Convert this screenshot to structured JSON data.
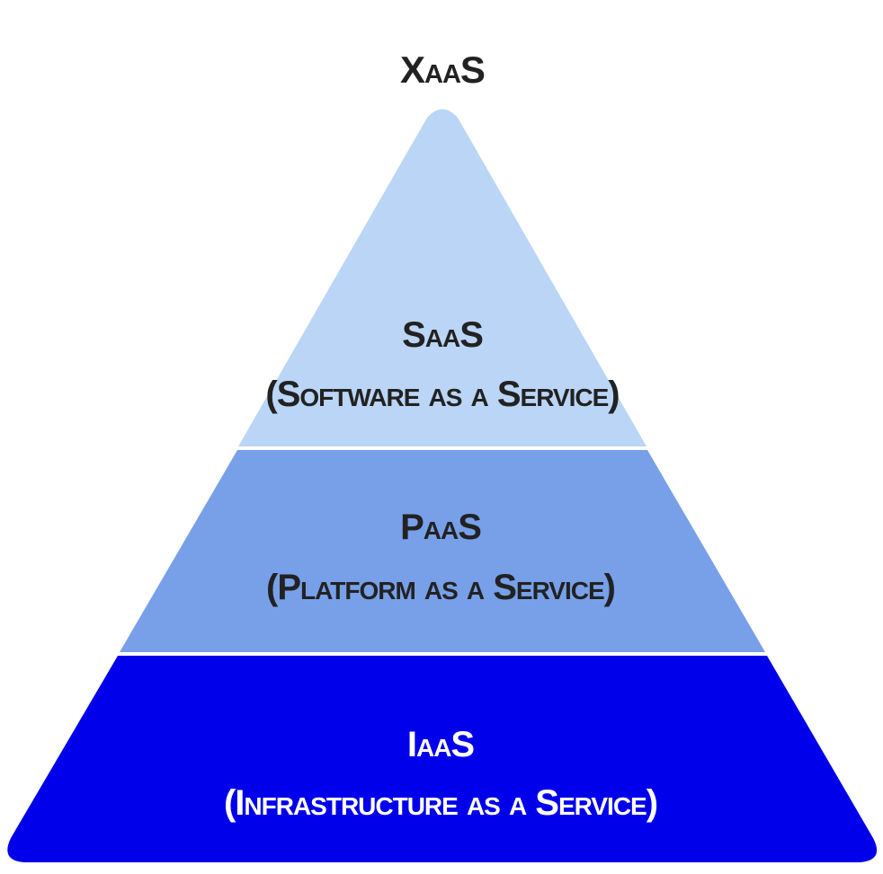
{
  "title": "XaaS",
  "layers": [
    {
      "abbr": "SaaS",
      "full": "(Software as a Service)",
      "fill": "#bad5f6",
      "text_color": "#222222"
    },
    {
      "abbr": "PaaS",
      "full": "(Platform as a Service)",
      "fill": "#77a0e9",
      "text_color": "#222222"
    },
    {
      "abbr": "IaaS",
      "full": "(Infrastructure as a Service)",
      "fill": "#0000ea",
      "text_color": "#ffffff"
    }
  ]
}
